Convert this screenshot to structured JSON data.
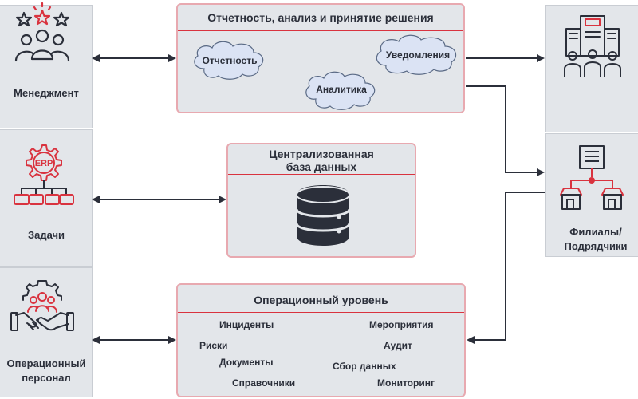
{
  "left": {
    "management": "Менеджмент",
    "tasks": "Задачи",
    "personnel": "Операционный персонал"
  },
  "right": {
    "branches": "Филиалы/ Подрядчики"
  },
  "top_box": {
    "title": "Отчетность, анализ и принятие решения",
    "clouds": [
      "Отчетность",
      "Аналитика",
      "Уведомления"
    ]
  },
  "db_box": {
    "title_line1": "Централизованная",
    "title_line2": "база данных"
  },
  "ops_box": {
    "title": "Операционный уровень",
    "items": [
      "Инциденты",
      "Мероприятия",
      "Риски",
      "Аудит",
      "Документы",
      "Сбор данных",
      "Справочники",
      "Мониторинг"
    ]
  },
  "icons": [
    "stars-team-icon",
    "erp-gear-icon",
    "gear-handshake-icon",
    "office-building-icon",
    "branch-network-icon",
    "database-icon"
  ],
  "colors": {
    "accent": "#d9333f",
    "panel": "#e3e6ea",
    "border": "#e8a9b0",
    "dark": "#2b2f3a"
  }
}
